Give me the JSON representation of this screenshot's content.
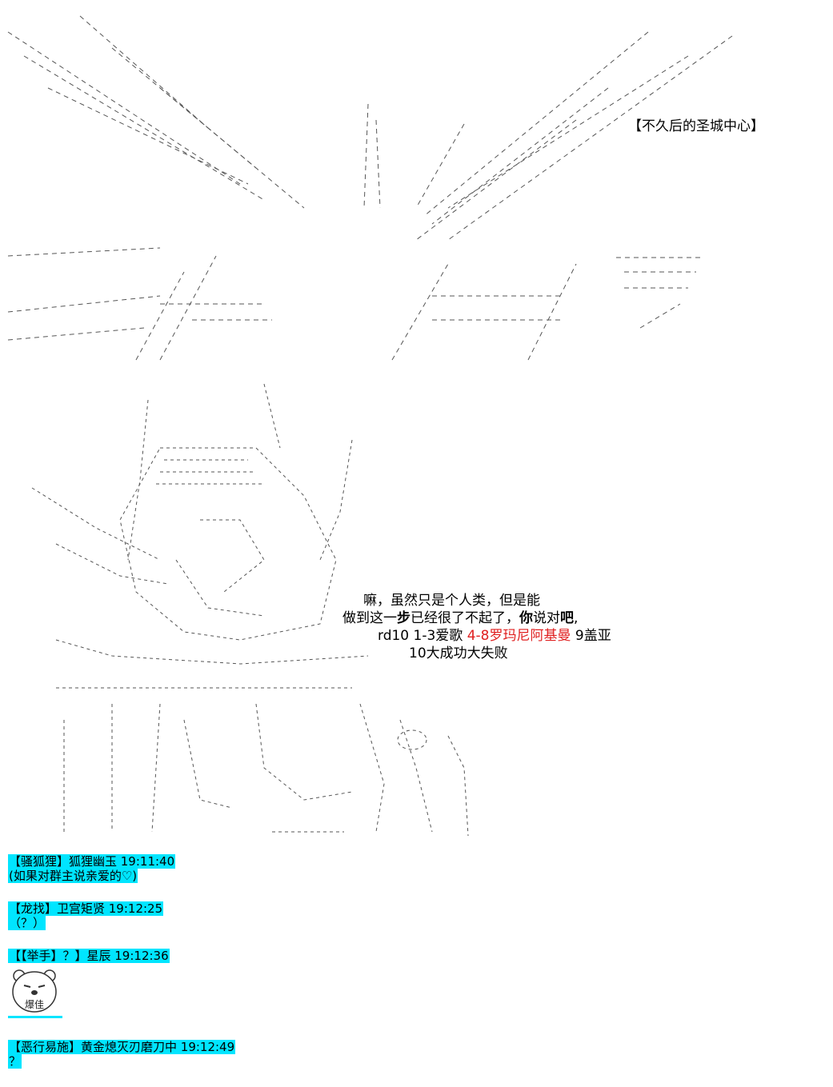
{
  "captions": {
    "location": "【不久后的圣城中心】"
  },
  "dialogue": {
    "line1": "嘛，虽然只是个人类，但是能",
    "line2_a": "做到这一",
    "line2_b": "步",
    "line2_c": "已经很了不起了，",
    "line2_d": "你",
    "line2_e": "说对",
    "line2_f": "吧",
    "line2_g": ",",
    "line3_a": "rd10 1-3爱歌 ",
    "line3_red": "4-8罗玛尼阿基曼",
    "line3_b": " 9盖亚",
    "line4": "10大成功大失败"
  },
  "chat": {
    "messages": [
      {
        "header": "【骚狐狸】狐狸幽玉 19:11:40",
        "body": "(如果对群主说亲爱的♡)"
      },
      {
        "header": "【龙找】卫宫矩贤 19:12:25",
        "body": "（？）"
      },
      {
        "header": "【【举手】？】星辰 19:12:36",
        "body": "",
        "sticker_text": "爆佳",
        "sticker_icon": "bear-sticker-icon"
      },
      {
        "header": "【恶行易施】黄金熄灭刃磨刀中 19:12:49",
        "body": "？"
      }
    ]
  },
  "colors": {
    "highlight": "#00e5ff",
    "accent_red": "#e02020"
  }
}
